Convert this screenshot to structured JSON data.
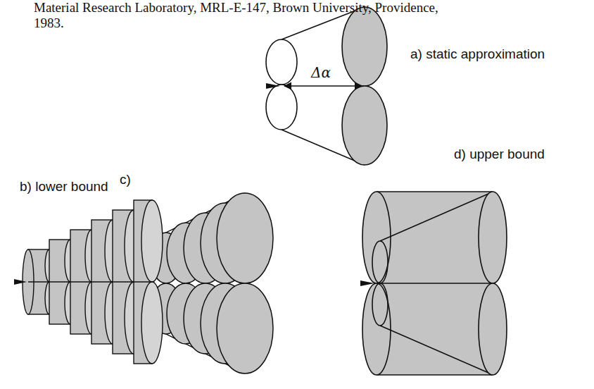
{
  "diagram": {
    "labels": [
      "Material Research Laboratory, MRL-E-147, Brown University, Providence,",
      "1983.",
      "a) static approximation",
      "Δα",
      "b) lower bound",
      "c)",
      "d) upper bound"
    ]
  }
}
